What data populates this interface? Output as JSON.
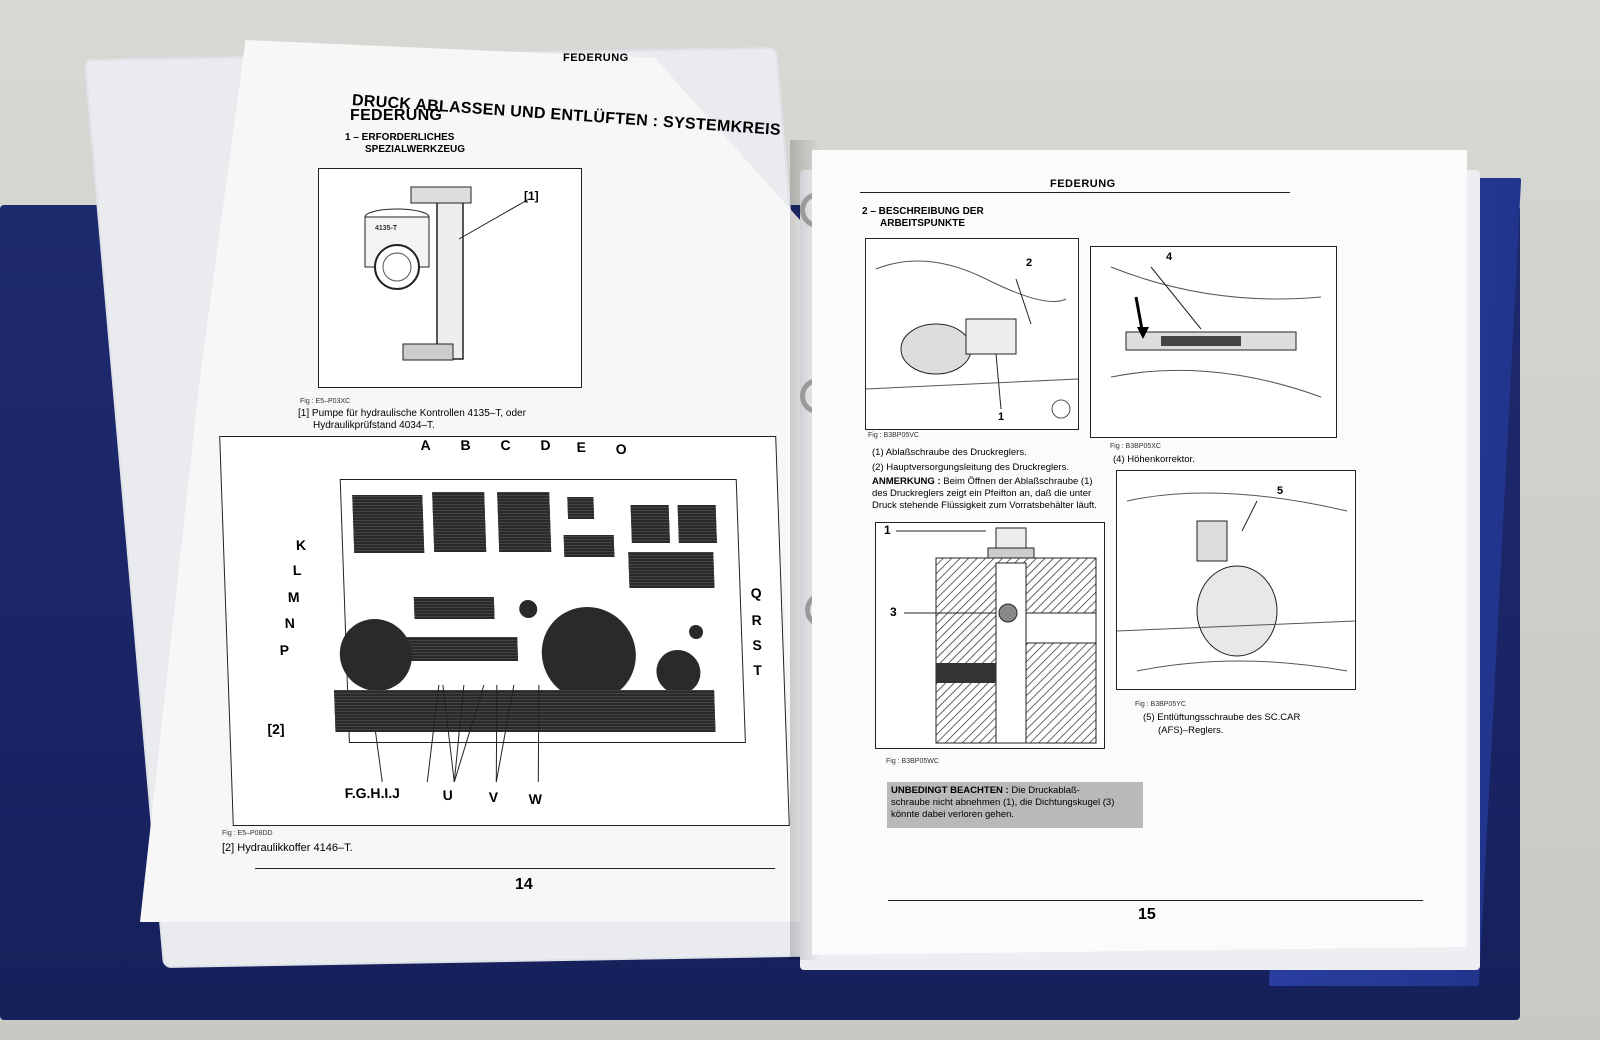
{
  "left_page": {
    "header": "FEDERUNG",
    "title_line1": "DRUCK ABLASSEN UND ENTLÜFTEN : SYSTEMKREIS",
    "title_line2": "FEDERUNG",
    "section1_line1": "1 – ERFORDERLICHES",
    "section1_line2": "SPEZIALWERKZEUG",
    "fig1_callout": "[1]",
    "fig1_label": "4135-T",
    "fig1_ref": "Fig : E5–P03XC",
    "fig1_caption_line1": "[1] Pumpe für hydraulische Kontrollen 4135–T, oder",
    "fig1_caption_line2": "Hydraulikprüfstand 4034–T.",
    "fig2_ref": "Fig : E5–P08DD",
    "fig2_callout": "[2]",
    "fig2_caption": "[2] Hydraulikkoffer 4146–T.",
    "page_number": "14",
    "letters": {
      "A": "A",
      "B": "B",
      "C": "C",
      "D": "D",
      "E": "E",
      "O": "O",
      "K": "K",
      "L": "L",
      "M": "M",
      "N": "N",
      "P": "P",
      "Q": "Q",
      "R": "R",
      "S": "S",
      "T": "T",
      "FGHIJ": "F.G.H.I.J",
      "U": "U",
      "V": "V",
      "W": "W"
    }
  },
  "right_page": {
    "header": "FEDERUNG",
    "section2_line1": "2 – BESCHREIBUNG DER",
    "section2_line2": "ARBEITSPUNKTE",
    "fig_a_ref": "Fig : B3BP05VC",
    "fig_a_n1": "1",
    "fig_a_n2": "2",
    "fig_b_ref": "Fig : B3BP05XC",
    "fig_b_n4": "4",
    "cap1": "(1) Ablaßschraube des Druckreglers.",
    "cap2": "(2) Hauptversorgungsleitung des Druckreglers.",
    "note_label": "ANMERKUNG :",
    "note_line1": " Beim Öffnen der Ablaßschraube (1)",
    "note_line2": "des Druckreglers zeigt ein Pfeifton an, daß die unter",
    "note_line3": "Druck stehende Flüssigkeit zum Vorratsbehälter läuft.",
    "cap4": "(4) Höhenkorrektor.",
    "fig_c_n1": "1",
    "fig_c_n3": "3",
    "fig_c_ref": "Fig : B3BP05WC",
    "fig_d_n5": "5",
    "fig_d_ref": "Fig : B3BP05YC",
    "cap5_line1": "(5) Entlüftungsschraube des SC.CAR",
    "cap5_line2": "(AFS)–Reglers.",
    "warn_label": "UNBEDINGT BEACHTEN :",
    "warn_line1": " Die Druckablaß-",
    "warn_line2": "schraube nicht abnehmen (1), die Dichtungskugel (3)",
    "warn_line3": "könnte dabei verloren gehen.",
    "page_number": "15"
  },
  "colors": {
    "binder_blue": "#1e2a6e",
    "binder_edge": "#2a3ea0",
    "table_grey": "#d2d2cd",
    "note_grey": "#b9b9b9"
  }
}
